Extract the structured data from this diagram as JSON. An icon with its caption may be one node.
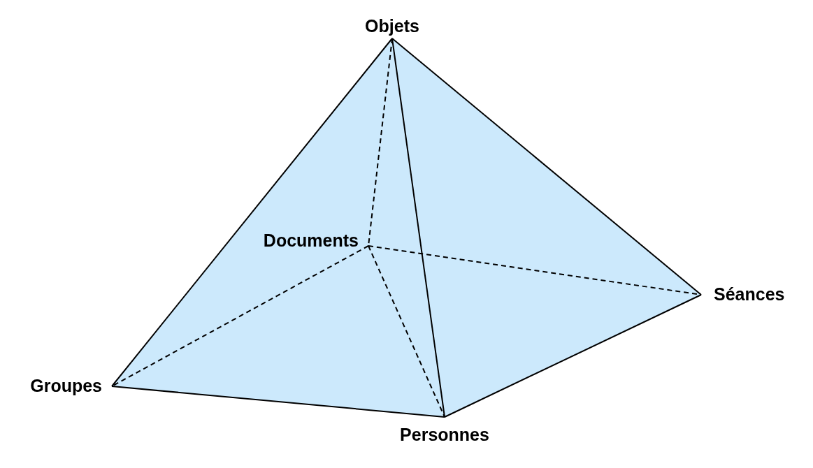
{
  "diagram": {
    "nodes": [
      {
        "text": [
          "Objets"
        ]
      },
      {
        "text": [
          "Documents"
        ]
      },
      {
        "text": [
          "Séances"
        ]
      },
      {
        "text": [
          "Groupes"
        ]
      },
      {
        "text": [
          "Personnes"
        ]
      }
    ],
    "edges": [
      {
        "from": 0,
        "to": 3,
        "arrow": "none"
      },
      {
        "from": 0,
        "to": 2,
        "arrow": "none"
      },
      {
        "from": 0,
        "to": 4,
        "arrow": "none"
      },
      {
        "from": 0,
        "to": 1,
        "arrow": "none",
        "style": "dashed"
      },
      {
        "from": 3,
        "to": 4,
        "arrow": "none"
      },
      {
        "from": 4,
        "to": 2,
        "arrow": "none"
      },
      {
        "from": 1,
        "to": 3,
        "arrow": "none",
        "style": "dashed"
      },
      {
        "from": 1,
        "to": 2,
        "arrow": "none",
        "style": "dashed"
      },
      {
        "from": 1,
        "to": 4,
        "arrow": "none",
        "style": "dashed"
      }
    ]
  }
}
